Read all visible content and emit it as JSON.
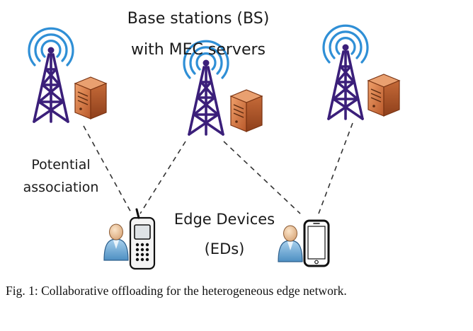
{
  "diagram": {
    "title_line1": "Base stations (BS)",
    "title_line2": "with MEC servers",
    "association_line1": "Potential",
    "association_line2": "association",
    "devices_line1": "Edge Devices",
    "devices_line2": "(EDs)"
  },
  "caption": "Fig. 1: Collaborative offloading for the heterogeneous edge network.",
  "colors": {
    "tower": "#3b1f7a",
    "signal": "#2f8fd6",
    "server": "#d9804a",
    "link": "#333333",
    "user": "#6aa9d6"
  },
  "icons": [
    "tower-icon",
    "server-icon",
    "user-icon",
    "feature-phone-icon",
    "smartphone-icon"
  ]
}
